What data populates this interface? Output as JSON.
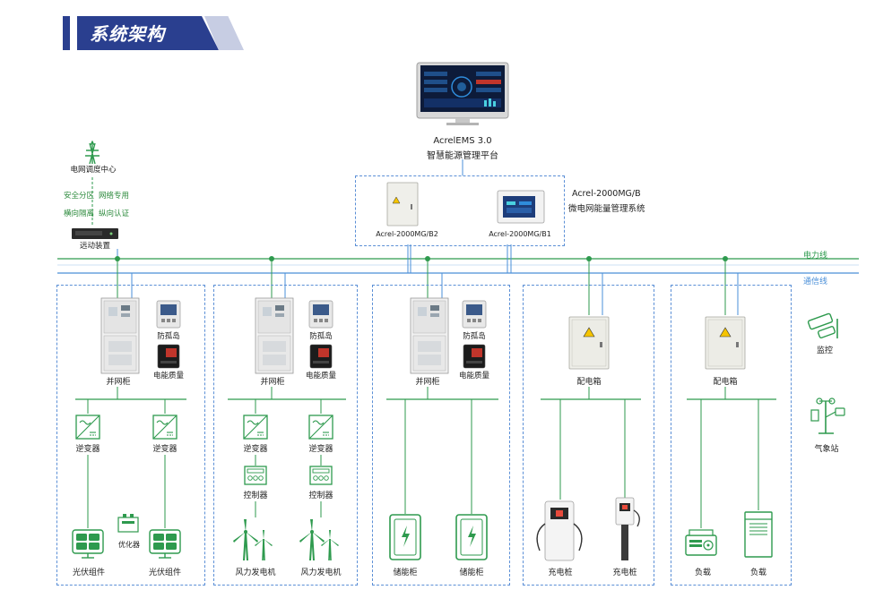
{
  "header": {
    "title": "系统架构"
  },
  "platform": {
    "name": "AcrelEMS 3.0",
    "desc": "智慧能源管理平台"
  },
  "grid": {
    "center_label": "电网调度中心",
    "tags": [
      "安全分区",
      "网络专用",
      "横向隔离",
      "纵向认证"
    ],
    "remote_label": "远动装置"
  },
  "mg_system": {
    "name": "Acrel-2000MG/B",
    "desc": "微电网能量管理系统",
    "b2_label": "Acrel-2000MG/B2",
    "b1_label": "Acrel-2000MG/B1"
  },
  "lines": {
    "power": "电力线",
    "comm": "通信线"
  },
  "cabinets": {
    "grid_cabinet": "并网柜",
    "anti_island": "防孤岛",
    "power_quality": "电能质量",
    "distribution_box": "配电箱"
  },
  "devices": {
    "inverter": "逆变器",
    "pv": "光伏组件",
    "optimizer": "优化器",
    "controller": "控制器",
    "wind": "风力发电机",
    "storage": "储能柜",
    "charger": "充电桩",
    "load": "负载"
  },
  "side": {
    "monitor": "监控",
    "weather": "气象站"
  },
  "colors": {
    "accent": "#2a3f8f",
    "power_line": "#2e9a4e",
    "comm_line": "#4a8fd8",
    "icon_green": "#2e9a4e"
  }
}
